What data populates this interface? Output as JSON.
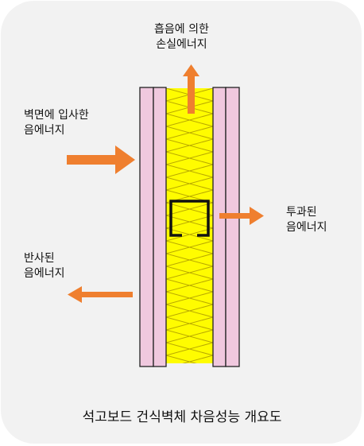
{
  "labels": {
    "absorbed": "흡음에 의한\n손실에너지",
    "incident": "벽면에 입사한\n음에너지",
    "transmitted": "투과된\n음에너지",
    "reflected": "반사된\n음에너지"
  },
  "caption": "석고보드 건식벽체 차음성능 개요도",
  "colors": {
    "background": "#f2f2f2",
    "gypsum_board": "#f0c8de",
    "insulation": "#fffc00",
    "arrow": "#ef7f2f",
    "stud": "#111111"
  }
}
